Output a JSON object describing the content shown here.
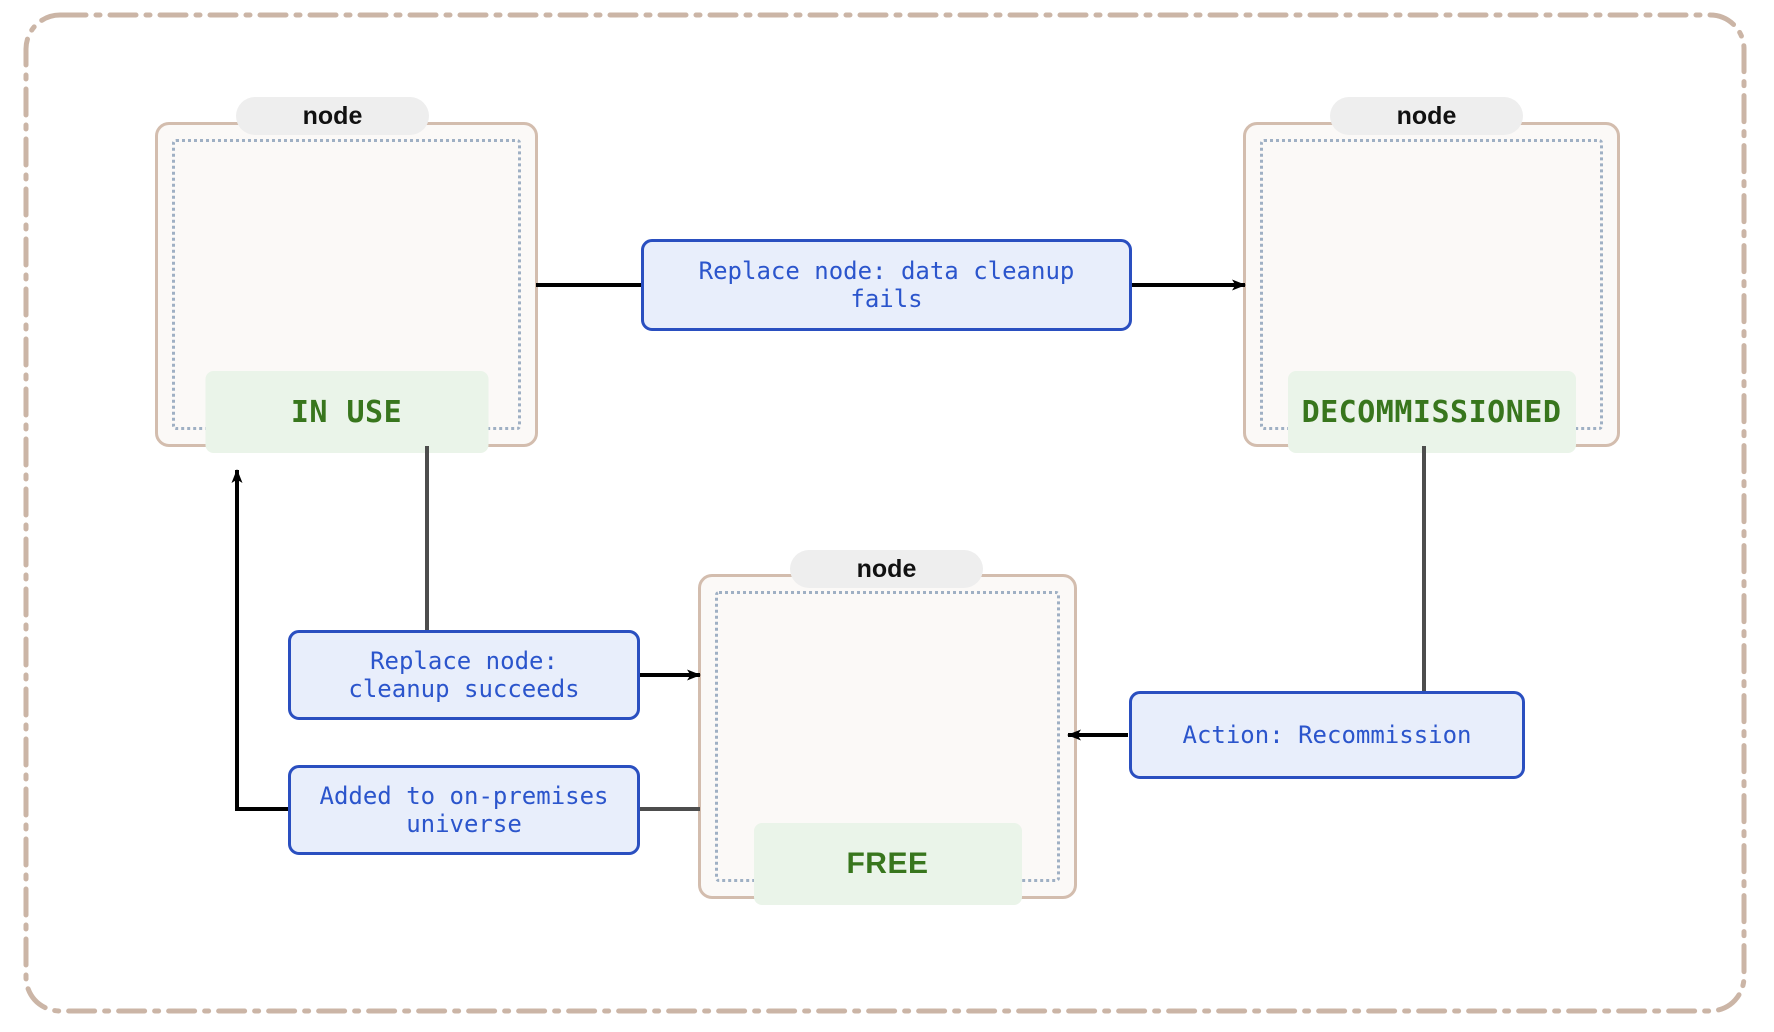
{
  "diagram": {
    "type": "state-machine",
    "title": "",
    "cluster_label": "",
    "colors": {
      "cluster_border": "#cbb5a6",
      "node_border": "#d3bdae",
      "node_fill": "#fbf9f7",
      "node_inner_border": "#9fb0c4",
      "state_chip_fill": "#eaf4e9",
      "state_text": "#38761d",
      "edge_label_fill": "#e8eefb",
      "edge_label_border": "#2a4fc0",
      "edge_label_text": "#2b55cc",
      "edge_line": "#4d4d4d",
      "arrow": "#000000",
      "pill_fill": "#eeeeee",
      "pill_text": "#111111"
    },
    "nodes": [
      {
        "id": "in_use",
        "pill": "node",
        "state": "IN USE"
      },
      {
        "id": "decommissioned",
        "pill": "node",
        "state": "DECOMMISSIONED"
      },
      {
        "id": "free",
        "pill": "node",
        "state": "FREE"
      }
    ],
    "edges": [
      {
        "id": "e1",
        "from": "in_use",
        "to": "decommissioned",
        "label": "Replace node: data cleanup\nfails"
      },
      {
        "id": "e2",
        "from": "in_use",
        "to": "free",
        "label": "Replace node:\ncleanup succeeds"
      },
      {
        "id": "e3",
        "from": "free",
        "to": "in_use",
        "label": "Added to on-premises\nuniverse"
      },
      {
        "id": "e4",
        "from": "decommissioned",
        "to": "free",
        "label": "Action: Recommission"
      }
    ]
  }
}
